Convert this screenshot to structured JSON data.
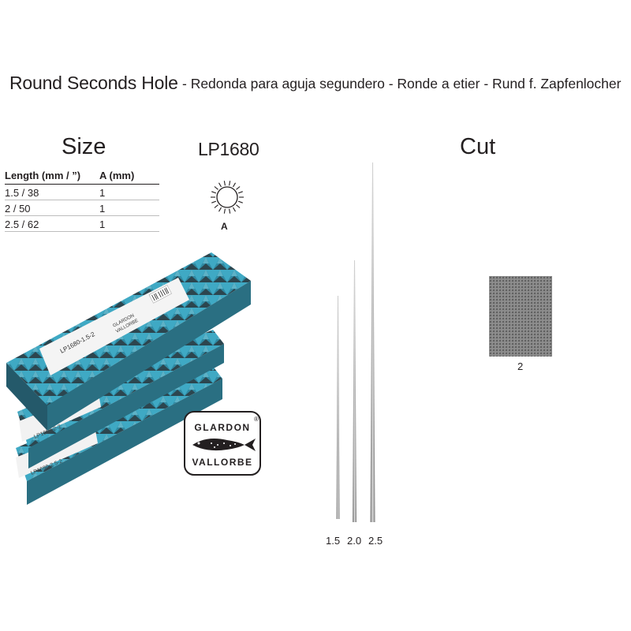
{
  "title": {
    "main": "Round Seconds Hole",
    "sub": "- Redonda para aguja segundero - Ronde a etier - Rund f. Zapfenlocher"
  },
  "size_section": {
    "heading": "Size",
    "table": {
      "headers": [
        "Length (mm / ”)",
        "A (mm)"
      ],
      "rows": [
        [
          "1.5 / 38",
          "1"
        ],
        [
          "2 / 50",
          "1"
        ],
        [
          "2.5 / 62",
          "1"
        ]
      ]
    }
  },
  "product": {
    "code": "LP1680",
    "profile_label": "A",
    "box_labels": [
      "LP1680-1.5-2",
      "LP1680-2-2",
      "LP1680-2.5-2"
    ]
  },
  "logo": {
    "line1": "GLARDON",
    "line2": "VALLORBE",
    "mark": "®"
  },
  "cut_section": {
    "heading": "Cut",
    "needle_labels": [
      "1.5",
      "2.0",
      "2.5"
    ],
    "cut_label": "2"
  },
  "colors": {
    "text": "#231f20",
    "box_teal": "#3fa9c4",
    "box_dark": "#2b2f33",
    "needle_grey": "#8c8c8c",
    "swatch_grey": "#7a7a7a"
  }
}
